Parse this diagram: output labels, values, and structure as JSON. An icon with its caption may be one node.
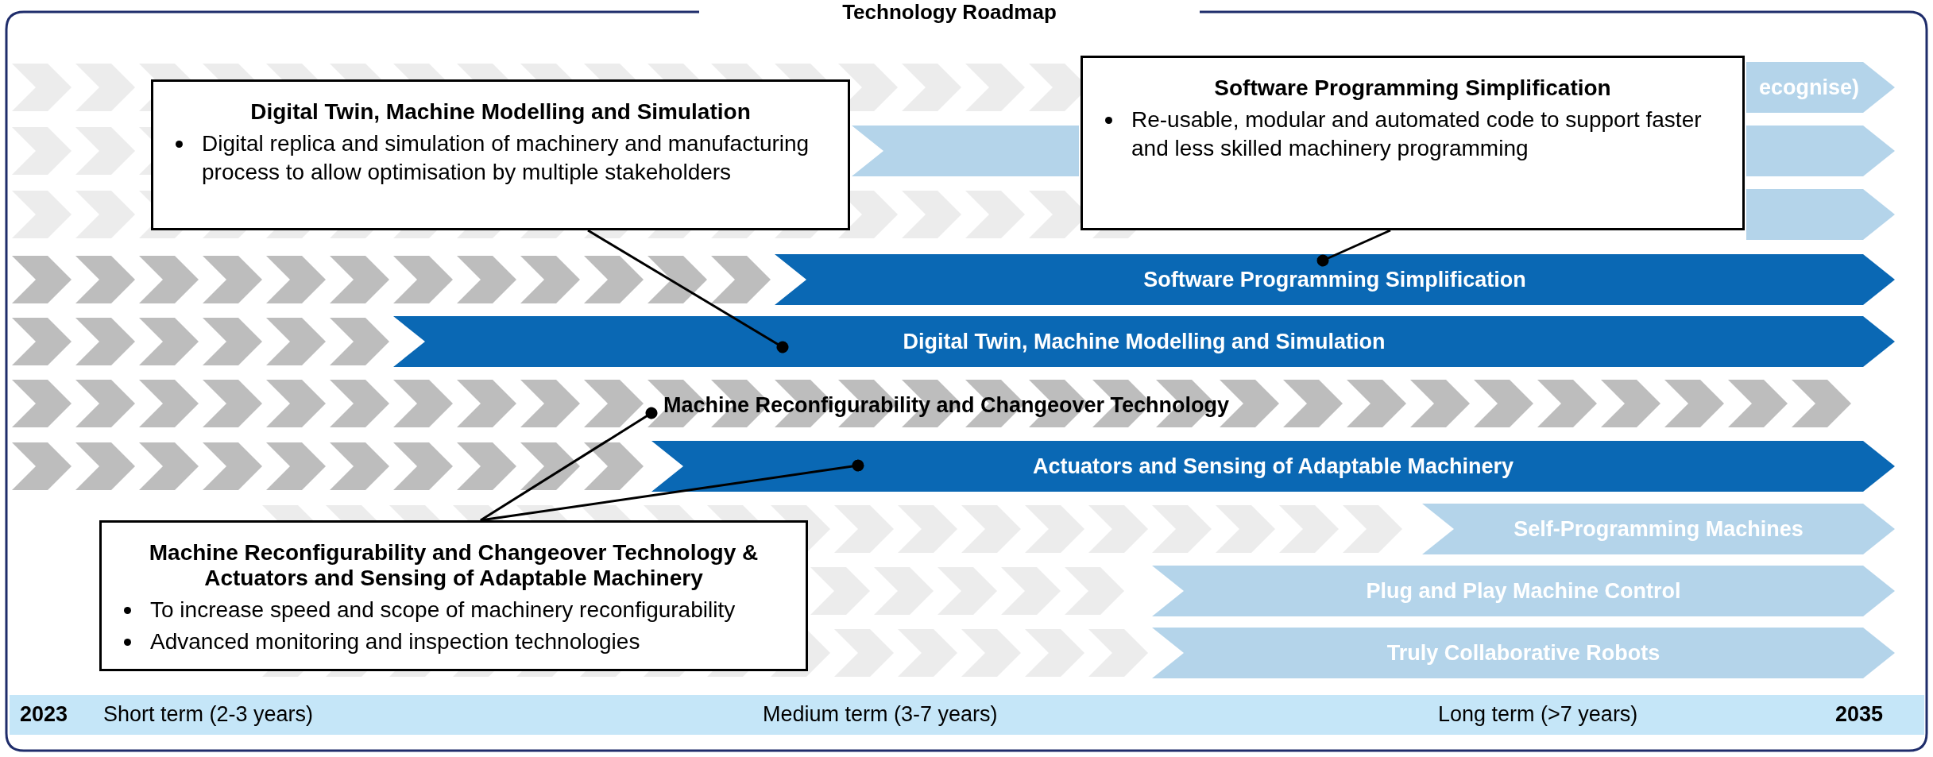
{
  "diagram": {
    "title": "Technology Roadmap",
    "nodes": [
      {
        "text": [
          "Digital Twin, Machine Modelling and Simulation",
          "Digital replica and simulation of machinery and manufacturing process to allow optimisation by multiple stakeholders"
        ]
      },
      {
        "text": [
          "Software Programming Simplification",
          "Re-usable, modular and automated code to support faster and less skilled machinery programming"
        ]
      },
      {
        "text": [
          "ecognise)"
        ]
      },
      {
        "text": [],
        "shape": "bar"
      },
      {
        "text": [],
        "shape": "bar"
      },
      {
        "text": [
          "Software Programming Simplification"
        ]
      },
      {
        "text": [
          "Digital Twin, Machine Modelling and Simulation"
        ]
      },
      {
        "text": [
          "Machine Reconfigurability and Changeover Technology"
        ]
      },
      {
        "text": [
          "Actuators and Sensing of Adaptable Machinery"
        ]
      },
      {
        "text": [
          "Machine Reconfigurability and Changeover Technology & Actuators and Sensing of Adaptable Machinery",
          "To increase speed and scope of machinery reconfigurability",
          "Advanced monitoring and inspection technologies"
        ]
      },
      {
        "text": [
          "Self-Programming Machines"
        ]
      },
      {
        "text": [
          "Plug and Play Machine Control"
        ]
      },
      {
        "text": [
          "Truly Collaborative Robots"
        ]
      },
      {
        "text": [],
        "shape": "bar"
      }
    ],
    "edges": [
      {
        "from": 0,
        "to": 6,
        "arrow": "other"
      },
      {
        "from": 1,
        "to": 5,
        "arrow": "other"
      },
      {
        "from": 9,
        "to": 7,
        "arrow": "other"
      },
      {
        "from": 9,
        "to": 8,
        "arrow": "other"
      }
    ],
    "labels": [
      "2023",
      "Short term (2-3 years)",
      "Medium term (3-7 years)",
      "Long term (>7 years)",
      "2035"
    ]
  }
}
